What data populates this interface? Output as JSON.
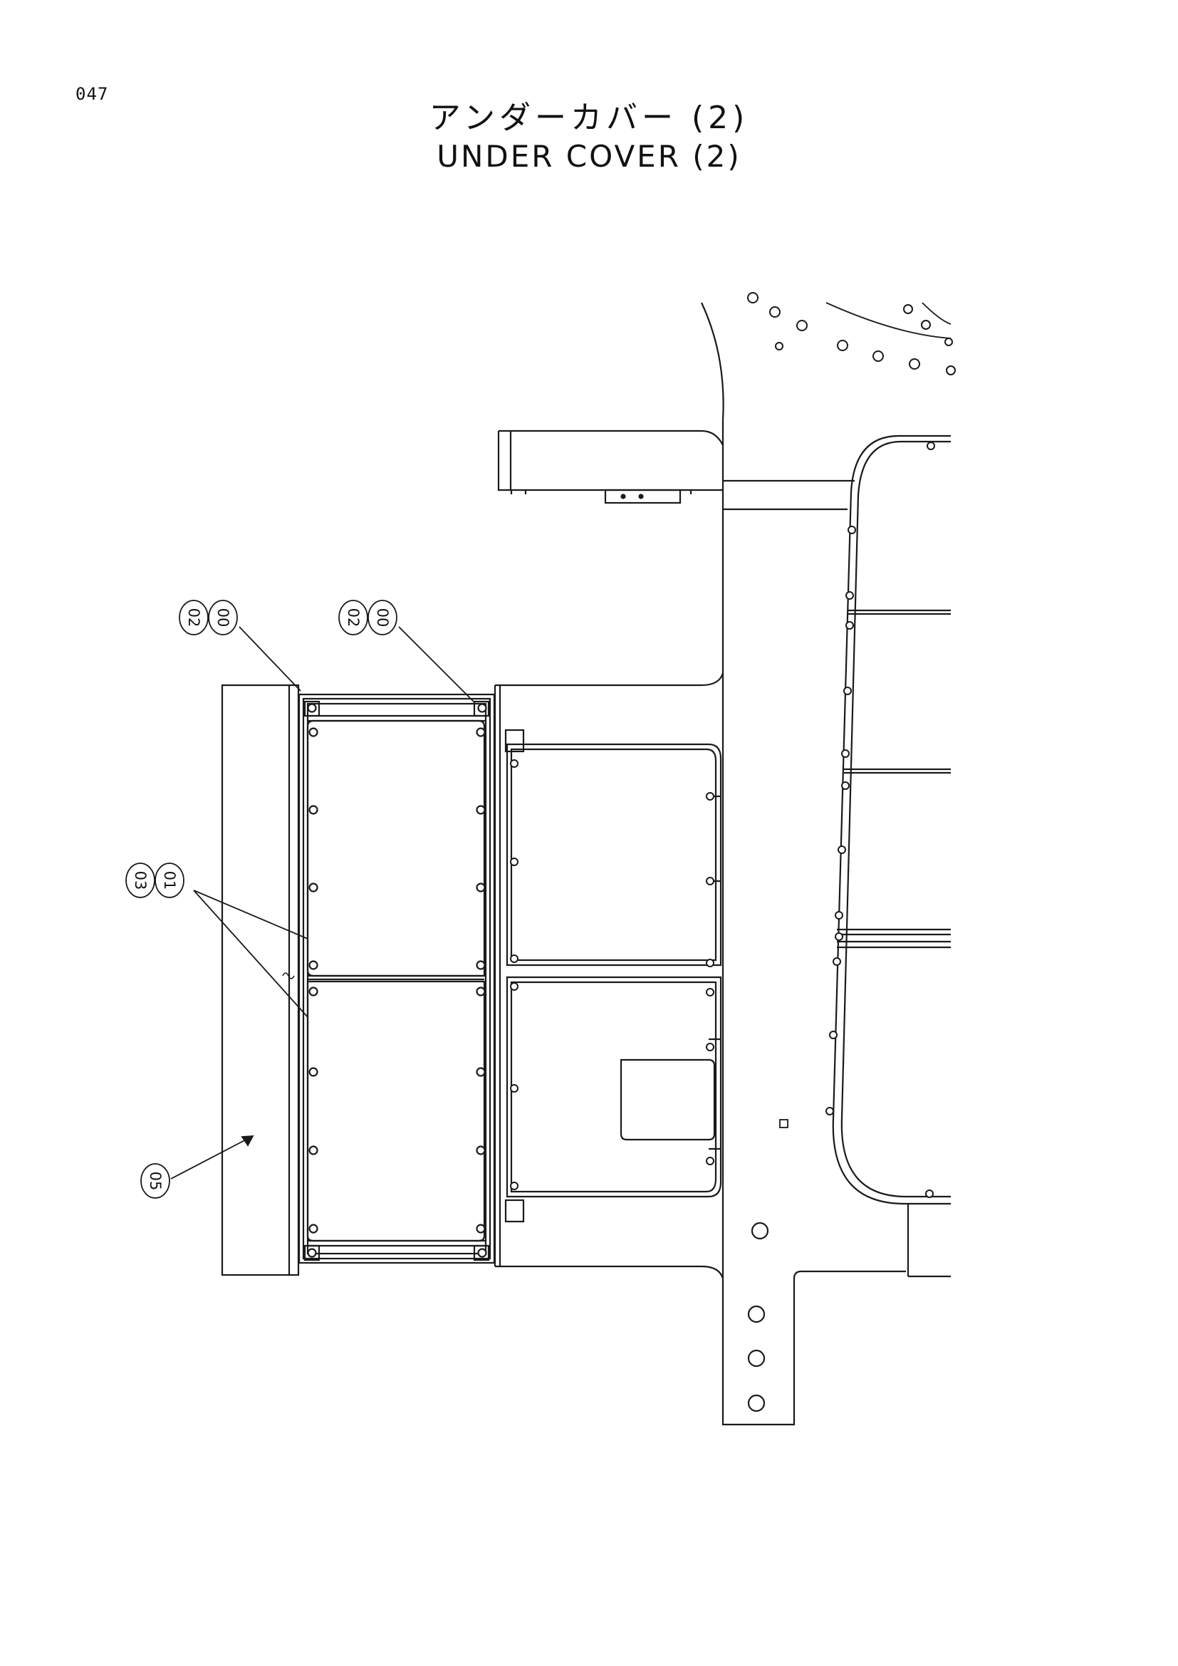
{
  "page_number": "047",
  "title_jp": "アンダーカバー (2)",
  "title_en": "UNDER COVER (2)",
  "callouts": {
    "c1": {
      "top": "02",
      "bottom": "00"
    },
    "c2": {
      "top": "02",
      "bottom": "00"
    },
    "c3": {
      "top": "03",
      "bottom": "01"
    },
    "c4": {
      "label": "05"
    }
  },
  "colors": {
    "line": "#1a1a1a",
    "paper": "#ffffff"
  }
}
